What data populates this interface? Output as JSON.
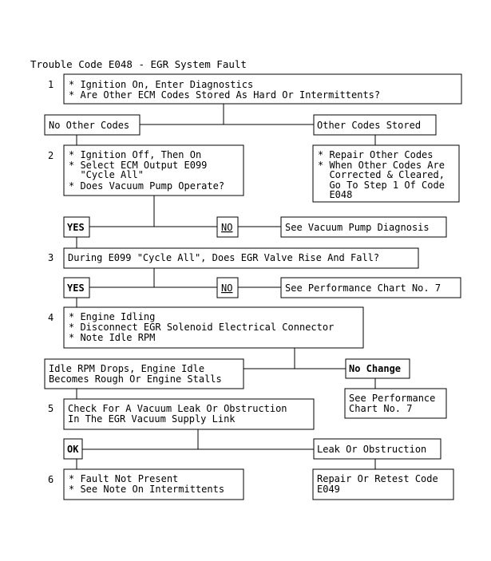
{
  "title": "Trouble Code E048 - EGR System Fault",
  "steps": [
    {
      "number": "1",
      "lines": [
        "* Ignition On, Enter Diagnostics",
        "* Are Other ECM Codes Stored As Hard Or Intermittents?"
      ]
    },
    {
      "number": "2",
      "lines": [
        "* Ignition Off, Then On",
        "* Select ECM Output E099",
        "  \"Cycle All\"",
        "* Does Vacuum Pump Operate?"
      ]
    },
    {
      "number": "3",
      "lines": [
        "During E099 \"Cycle All\", Does EGR Valve Rise And Fall?"
      ]
    },
    {
      "number": "4",
      "lines": [
        "* Engine Idling",
        "* Disconnect EGR Solenoid Electrical Connector",
        "* Note Idle RPM"
      ]
    },
    {
      "number": "5",
      "lines": [
        "Check For A Vacuum Leak Or Obstruction",
        "In The EGR Vacuum Supply Link"
      ]
    },
    {
      "number": "6",
      "lines": [
        "* Fault Not Present",
        "* See Note On Intermittents"
      ]
    }
  ],
  "branches": {
    "no_other_codes": "No Other Codes",
    "other_codes_stored": "Other Codes Stored",
    "repair_other": [
      "* Repair Other Codes",
      "* When Other Codes Are",
      "  Corrected & Cleared,",
      "  Go To Step 1 Of Code",
      "  E048"
    ],
    "yes_1": "YES",
    "no_1": "NO",
    "vacuum_pump_diag": "See Vacuum Pump Diagnosis",
    "yes_2": "YES",
    "no_2": "NO",
    "perf_chart_1": "See Performance Chart No. 7",
    "idle_drops": [
      "Idle RPM Drops, Engine Idle",
      "Becomes Rough Or Engine Stalls"
    ],
    "no_change": "No Change",
    "perf_chart_2": [
      "See Performance",
      "Chart No. 7"
    ],
    "ok": "OK",
    "leak": "Leak Or Obstruction",
    "repair_retest": [
      "Repair Or Retest Code",
      "E049"
    ]
  }
}
